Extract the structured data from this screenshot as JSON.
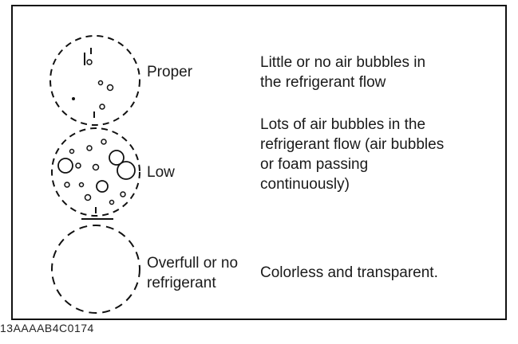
{
  "rows": [
    {
      "condition": "Proper",
      "description_lines": [
        "Little or no air bubbles in",
        "the refrigerant flow"
      ]
    },
    {
      "condition": "Low",
      "description_lines": [
        "Lots of air bubbles in the",
        "refrigerant flow (air bubbles",
        "or foam passing",
        "continuously)"
      ]
    },
    {
      "condition_lines": [
        "Overfull or no",
        "refrigerant"
      ],
      "description_lines": [
        "Colorless and transparent."
      ]
    }
  ],
  "figure_code": "13AAAAB4C0174"
}
